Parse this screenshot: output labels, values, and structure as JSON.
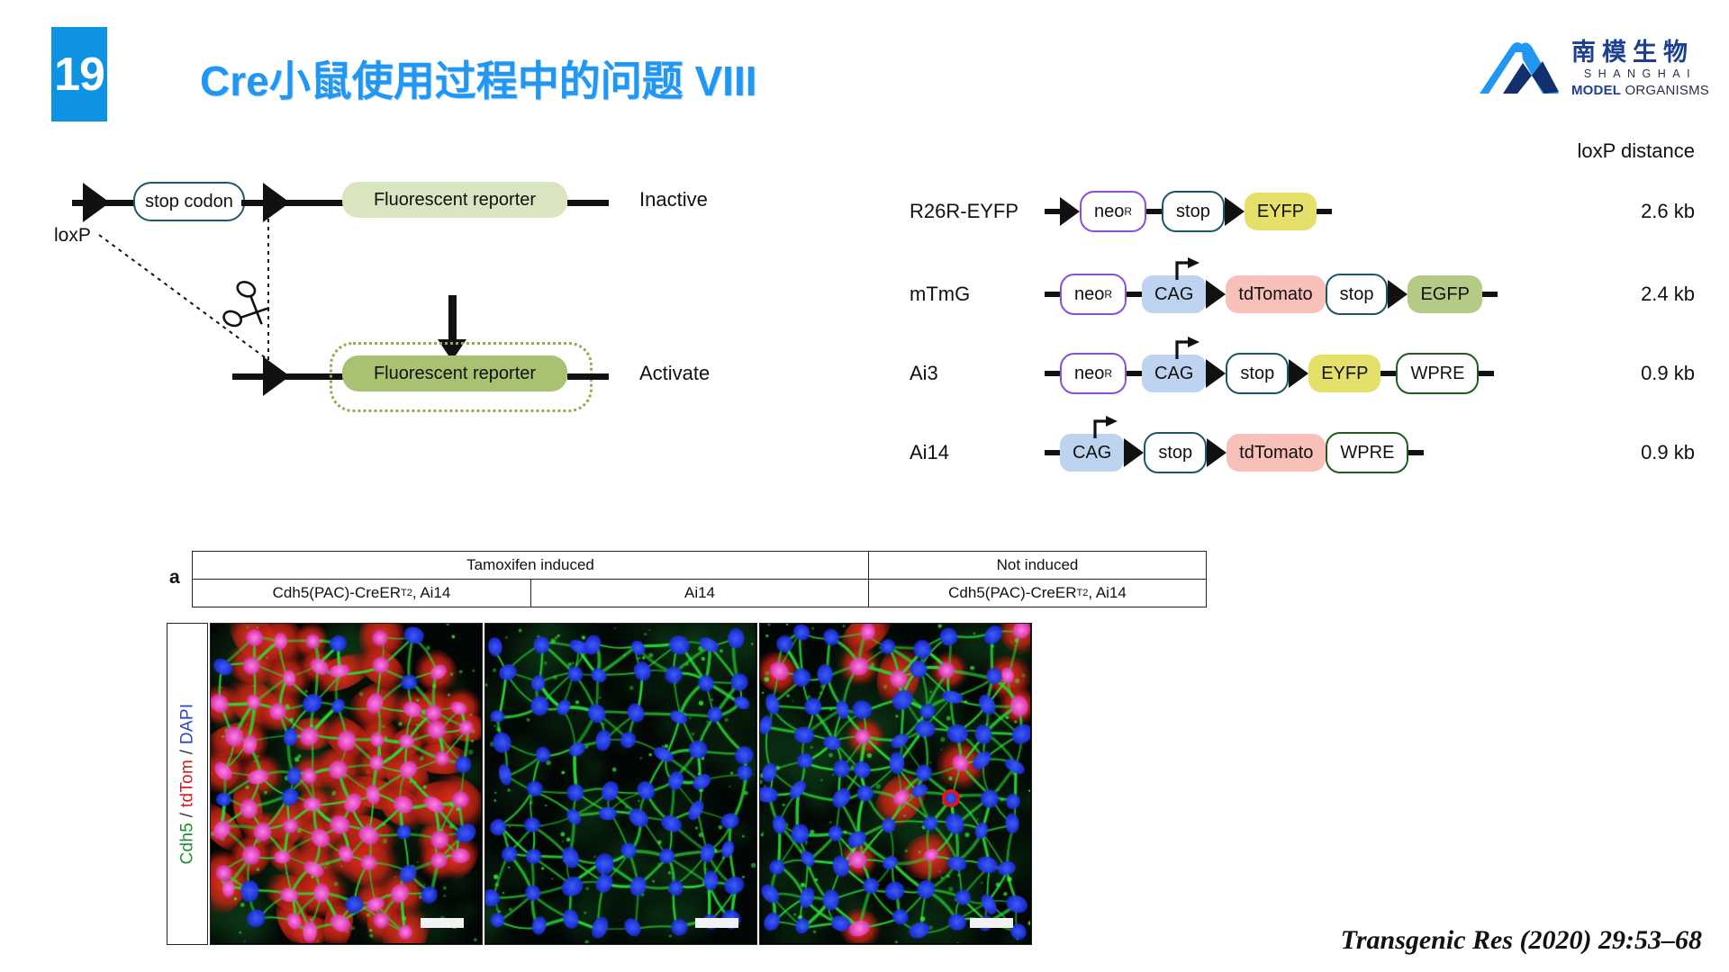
{
  "slide": {
    "number": "19",
    "title": "Cre小鼠使用过程中的问题 VIII",
    "badge_color": "#0e93e2",
    "title_color": "#2196f3",
    "citation": "Transgenic Res (2020) 29:53–68"
  },
  "logo": {
    "chinese": "南模生物",
    "english_line1": "SHANGHAI",
    "english_line2_bold": "MODEL",
    "english_line2_rest": "ORGANISMS"
  },
  "left_diagram": {
    "loxp_label": "loxP",
    "top_row": {
      "stop_codon": "stop codon",
      "reporter": "Fluorescent reporter",
      "state": "Inactive"
    },
    "bottom_row": {
      "reporter": "Fluorescent reporter",
      "state": "Activate"
    },
    "scissors_icon": "scissors-icon",
    "down_arrow_icon": "down-arrow-icon"
  },
  "constructs": {
    "distance_header": "loxP distance",
    "rows": [
      {
        "name": "R26R-EYFP",
        "distance": "2.6 kb",
        "elements": [
          {
            "type": "line"
          },
          {
            "type": "lox"
          },
          {
            "type": "box",
            "style": "neo",
            "label": "neo",
            "sup": "R"
          },
          {
            "type": "line"
          },
          {
            "type": "box",
            "style": "stopb",
            "label": "stop"
          },
          {
            "type": "lox"
          },
          {
            "type": "box",
            "style": "eyfp",
            "label": "EYFP"
          },
          {
            "type": "line"
          }
        ]
      },
      {
        "name": "mTmG",
        "distance": "2.4 kb",
        "elements": [
          {
            "type": "line"
          },
          {
            "type": "box",
            "style": "neo",
            "label": "neo",
            "sup": "R"
          },
          {
            "type": "line"
          },
          {
            "type": "box",
            "style": "cag",
            "label": "CAG",
            "promoter": true
          },
          {
            "type": "lox"
          },
          {
            "type": "box",
            "style": "tdtomato",
            "label": "tdTomato"
          },
          {
            "type": "box",
            "style": "stopb",
            "label": "stop"
          },
          {
            "type": "lox"
          },
          {
            "type": "box",
            "style": "egfp",
            "label": "EGFP"
          },
          {
            "type": "line"
          }
        ]
      },
      {
        "name": "Ai3",
        "distance": "0.9 kb",
        "elements": [
          {
            "type": "line"
          },
          {
            "type": "box",
            "style": "neo",
            "label": "neo",
            "sup": "R"
          },
          {
            "type": "line"
          },
          {
            "type": "box",
            "style": "cag",
            "label": "CAG",
            "promoter": true
          },
          {
            "type": "lox"
          },
          {
            "type": "box",
            "style": "stopb",
            "label": "stop"
          },
          {
            "type": "lox"
          },
          {
            "type": "box",
            "style": "eyfp",
            "label": "EYFP"
          },
          {
            "type": "line"
          },
          {
            "type": "box",
            "style": "wpre",
            "label": "WPRE"
          },
          {
            "type": "line"
          }
        ]
      },
      {
        "name": "Ai14",
        "distance": "0.9 kb",
        "elements": [
          {
            "type": "line"
          },
          {
            "type": "box",
            "style": "cag",
            "label": "CAG",
            "promoter": true
          },
          {
            "type": "lox"
          },
          {
            "type": "box",
            "style": "stopb",
            "label": "stop"
          },
          {
            "type": "lox"
          },
          {
            "type": "box",
            "style": "tdtomato",
            "label": "tdTomato"
          },
          {
            "type": "box",
            "style": "wpre",
            "label": "WPRE"
          },
          {
            "type": "line"
          }
        ]
      }
    ]
  },
  "figure": {
    "panel_letter": "a",
    "group_headers": [
      {
        "label": "Tamoxifen induced",
        "span": 2
      },
      {
        "label": "Not induced",
        "span": 1
      }
    ],
    "sub_headers": [
      {
        "prefix": "Cdh5(PAC)-CreER",
        "sup": "T2",
        "suffix": ", Ai14"
      },
      {
        "prefix": "Ai14",
        "sup": "",
        "suffix": ""
      },
      {
        "prefix": "Cdh5(PAC)-CreER",
        "sup": "T2",
        "suffix": ", Ai14"
      }
    ],
    "vertical_label": {
      "part1": "Cdh5",
      "sep1": " / ",
      "part2": "tdTom",
      "sep2": " / ",
      "part3": "DAPI",
      "color1": "#1e8f2e",
      "color2": "#d02020",
      "color3": "#2b45c8"
    },
    "panels": [
      {
        "name": "tamoxifen-cre-ai14",
        "description": "dense red tdTomato cells with green Cdh5 junctions and blue nuclei",
        "has_annotation": false
      },
      {
        "name": "tamoxifen-ai14-only",
        "description": "green Cdh5 junctions and blue nuclei only",
        "has_annotation": false
      },
      {
        "name": "not-induced-cre-ai14",
        "description": "sparse leaky red cells among green junctions and blue nuclei",
        "has_annotation": true
      }
    ]
  },
  "colors": {
    "neo_outline": "#8a4fd8",
    "stop_outline": "#1d5568",
    "wpre_outline": "#1f5a1f",
    "cag_fill": "#bed3ef",
    "eyfp_fill": "#e5e06a",
    "tdtomato_fill": "#f7c0b8",
    "egfp_fill": "#b4cb86",
    "reporter_pale": "#d9e5c0",
    "reporter_solid": "#a9c271",
    "annotation_red": "#e61414"
  }
}
